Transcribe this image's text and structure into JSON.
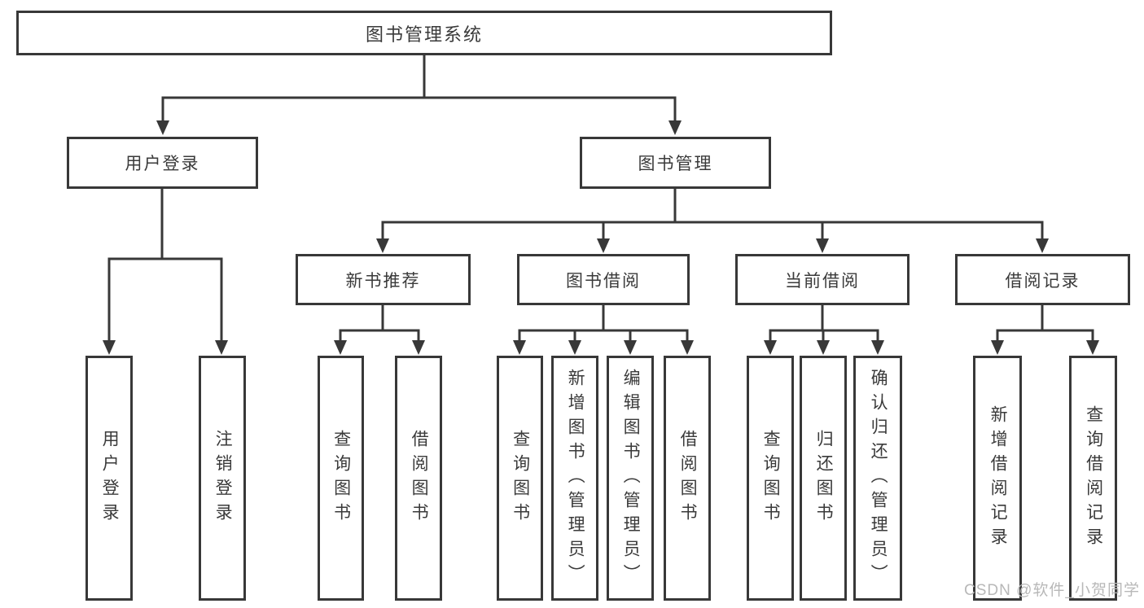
{
  "diagram_title": "图书管理系统",
  "tree": {
    "label": "图书管理系统",
    "children": [
      {
        "label": "用户登录",
        "children": [
          {
            "label": "用户登录"
          },
          {
            "label": "注销登录"
          }
        ]
      },
      {
        "label": "图书管理",
        "children": [
          {
            "label": "新书推荐",
            "children": [
              {
                "label": "查询图书"
              },
              {
                "label": "借阅图书"
              }
            ]
          },
          {
            "label": "图书借阅",
            "children": [
              {
                "label": "查询图书"
              },
              {
                "label": "新增图书（管理员）"
              },
              {
                "label": "编辑图书（管理员）"
              },
              {
                "label": "借阅图书"
              }
            ]
          },
          {
            "label": "当前借阅",
            "children": [
              {
                "label": "查询图书"
              },
              {
                "label": "归还图书"
              },
              {
                "label": "确认归还（管理员）"
              }
            ]
          },
          {
            "label": "借阅记录",
            "children": [
              {
                "label": "新增借阅记录"
              },
              {
                "label": "查询借阅记录"
              }
            ]
          }
        ]
      }
    ]
  },
  "watermark": {
    "text": "CSDN @软件_小贺同学"
  },
  "colors": {
    "line": "#383838",
    "box_border": "#383838",
    "text": "#3a3a3a",
    "watermark": "#b8b8b8",
    "background": "#ffffff"
  }
}
